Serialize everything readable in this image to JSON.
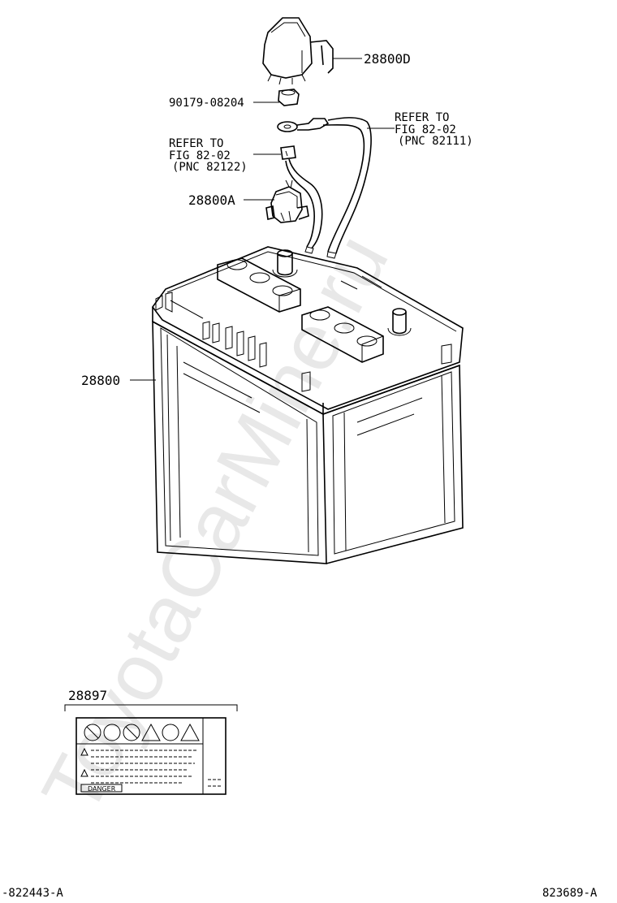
{
  "watermark": "ToyotaCarMine.ru",
  "labels": {
    "part_28800D": "28800D",
    "part_90179": "90179-08204",
    "refer_right_1": "REFER TO",
    "refer_right_2": "FIG 82-02",
    "refer_right_3": "(PNC 82111)",
    "refer_left_1": "REFER TO",
    "refer_left_2": "FIG 82-02",
    "refer_left_3": "(PNC 82122)",
    "part_28800A": "28800A",
    "part_28800": "28800",
    "part_28897": "28897",
    "danger_text": "DANGER",
    "ref_bottom_left": "-822443-A",
    "ref_bottom_right": "823689-A"
  }
}
